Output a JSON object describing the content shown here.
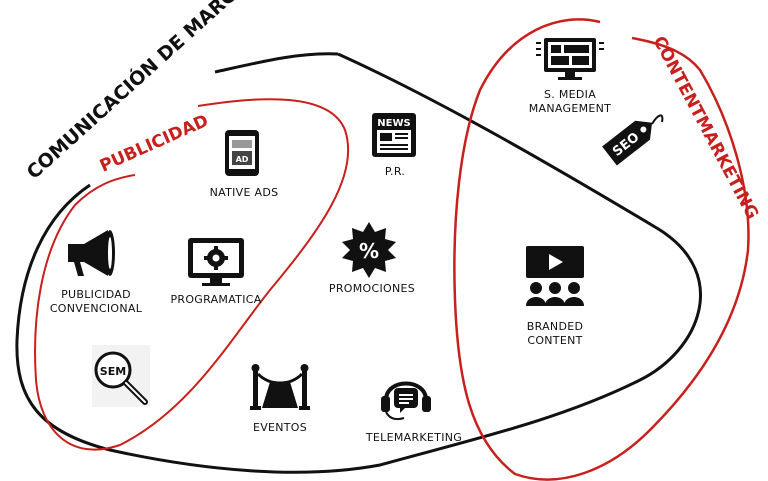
{
  "colors": {
    "outline": "#111111",
    "accent": "#c8201c",
    "icon": "#111111"
  },
  "titles": {
    "comunicacion": "COMUNICACIÓN DE MARCA",
    "publicidad": "PUBLICIDAD",
    "contentmarketing": "CONTENTMARKETING"
  },
  "items": {
    "native_ads": {
      "label": "NATIVE ADS",
      "icon": "ad-tablet-icon",
      "icon_text": "AD"
    },
    "pr": {
      "label": "P.R.",
      "icon": "newspaper-icon",
      "icon_text": "NEWS"
    },
    "smm": {
      "label_line1": "S. MEDIA",
      "label_line2": "MANAGEMENT",
      "icon": "dashboard-monitor-icon"
    },
    "seo": {
      "icon": "seo-tag-icon",
      "icon_text": "SEO"
    },
    "convencional": {
      "label_line1": "PUBLICIDAD",
      "label_line2": "CONVENCIONAL",
      "icon": "megaphone-icon"
    },
    "programatica": {
      "label": "PROGRAMATICA",
      "icon": "monitor-gear-icon"
    },
    "promociones": {
      "label": "PROMOCIONES",
      "icon": "percent-badge-icon",
      "icon_text": "%"
    },
    "branded": {
      "label_line1": "BRANDED",
      "label_line2": "CONTENT",
      "icon": "video-audience-icon"
    },
    "sem": {
      "icon": "sem-magnifier-icon",
      "icon_text": "SEM"
    },
    "eventos": {
      "label": "EVENTOS",
      "icon": "red-carpet-icon"
    },
    "telemarketing": {
      "label": "TELEMARKETING",
      "icon": "headset-icon"
    }
  }
}
